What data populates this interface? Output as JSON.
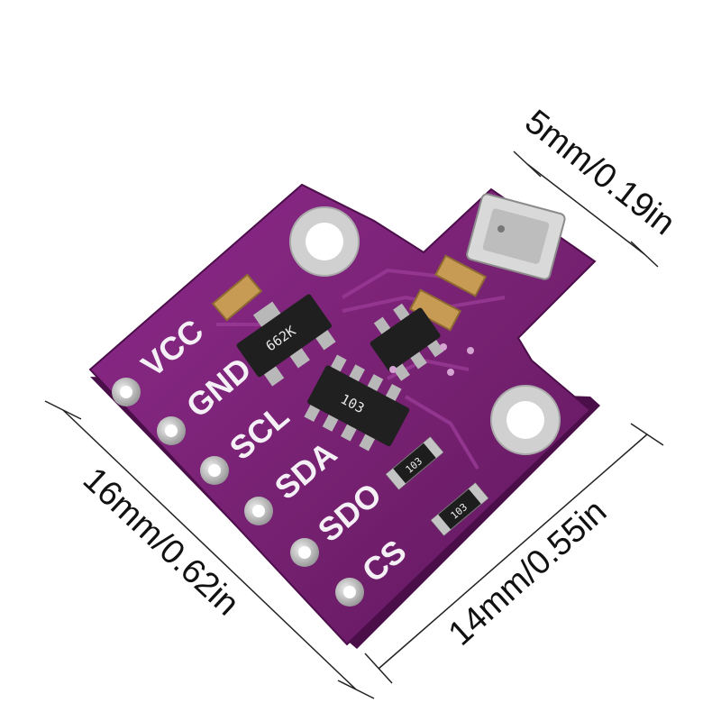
{
  "dimensions": {
    "top": "5mm/0.19in",
    "left": "16mm/0.62in",
    "right": "14mm/0.55in"
  },
  "board": {
    "pins": [
      "VCC",
      "GND",
      "SCL",
      "SDA",
      "SDO",
      "CS"
    ],
    "chip_markings": {
      "regulator": "662K",
      "level_shifter": "103",
      "resistor_1": "103",
      "resistor_2": "103"
    },
    "colors": {
      "pcb": "#7a1f78",
      "pcb_dark": "#5a1259",
      "pad": "#c9c9c9",
      "silkscreen": "#f4f0f6"
    }
  }
}
